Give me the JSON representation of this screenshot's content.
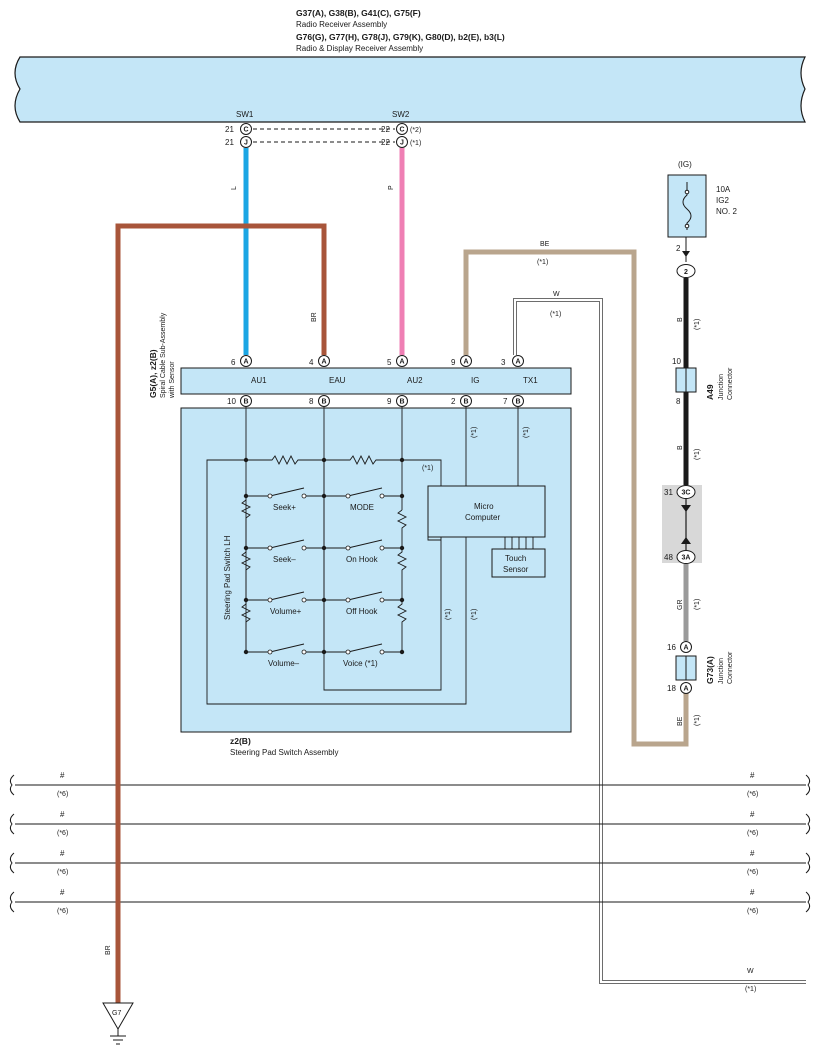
{
  "receiver": {
    "codes_line1": "G37(A), G38(B), G41(C), G75(F)",
    "name_line1": "Radio Receiver Assembly",
    "codes_line2": "G76(G), G77(H), G78(J), G79(K), G80(D), b2(E), b3(L)",
    "name_line2": "Radio & Display Receiver Assembly",
    "sw1": "SW1",
    "sw2": "SW2",
    "pins": [
      {
        "num": "21",
        "conn": "C",
        "num2": "22",
        "conn2": "C",
        "note": "(*2)"
      },
      {
        "num": "21",
        "conn": "J",
        "num2": "22",
        "conn2": "J",
        "note": "(*1)"
      }
    ]
  },
  "wires": {
    "blue": "L",
    "pink": "P",
    "br": "BR",
    "be_top": "BE",
    "be_note": "(*1)",
    "w_top": "W",
    "w_note": "(*1)",
    "b_upper": "B",
    "b_upper_note": "(*1)",
    "b_lower": "B",
    "b_lower_note": "(*1)",
    "gr": "GR",
    "gr_note": "(*1)",
    "be_bottom": "BE",
    "be_bottom_note": "(*1)",
    "br_ground": "BR",
    "w_bottom": "W",
    "w_bottom_note": "(*1)"
  },
  "spiral": {
    "codes": "G5(A), z2(B)",
    "name_line1": "Spiral Cable Sub-Assembly",
    "name_line2": "with Sensor",
    "top_pins": [
      {
        "num": "6",
        "conn": "A",
        "label": "AU1"
      },
      {
        "num": "4",
        "conn": "A",
        "label": "EAU"
      },
      {
        "num": "5",
        "conn": "A",
        "label": "AU2"
      },
      {
        "num": "9",
        "conn": "A",
        "label": "IG"
      },
      {
        "num": "3",
        "conn": "A",
        "label": "TX1"
      }
    ],
    "bottom_pins": [
      {
        "num": "10",
        "conn": "B"
      },
      {
        "num": "8",
        "conn": "B"
      },
      {
        "num": "9",
        "conn": "B"
      },
      {
        "num": "2",
        "conn": "B"
      },
      {
        "num": "7",
        "conn": "B"
      }
    ],
    "ig_note": "(*1)",
    "tx1_note": "(*1)"
  },
  "switch_assy": {
    "code": "z2(B)",
    "name": "Steering Pad Switch Assembly",
    "lh_label": "Steering Pad Switch LH",
    "switches": [
      "Seek+",
      "MODE",
      "Seek–",
      "On Hook",
      "Volume+",
      "Off Hook",
      "Volume–",
      "Voice (*1)"
    ],
    "micro_line1": "Micro",
    "micro_line2": "Computer",
    "touch_line1": "Touch",
    "touch_line2": "Sensor",
    "inner_note1": "(*1)",
    "inner_note2": "(*1)",
    "inner_note3": "(*1)"
  },
  "fuse": {
    "circuit": "(IG)",
    "amp": "10A",
    "name": "IG2",
    "num": "NO. 2",
    "pin": "2"
  },
  "connectors": {
    "top_pin": "2",
    "a49_top": "10",
    "a49_bottom": "8",
    "a49_code": "A49",
    "a49_line1": "Junction",
    "a49_line2": "Connector",
    "c3c_num": "31",
    "c3c_label": "3C",
    "c3a_num": "48",
    "c3a_label": "3A",
    "g73_top_num": "16",
    "g73_top_conn": "A",
    "g73_bottom_num": "18",
    "g73_bottom_conn": "A",
    "g73_code": "G73(A)",
    "g73_line1": "Junction",
    "g73_line2": "Connector"
  },
  "buses": [
    {
      "label": "#",
      "note": "(*6)"
    },
    {
      "label": "#",
      "note": "(*6)"
    },
    {
      "label": "#",
      "note": "(*6)"
    },
    {
      "label": "#",
      "note": "(*6)"
    }
  ],
  "ground": "G7",
  "colors": {
    "panel": "#c4e6f7",
    "blue_wire": "#1ba6e4",
    "pink_wire": "#ef7fb4",
    "brown_wire": "#a8553a",
    "beige_wire": "#b9a58d",
    "black_wire": "#1a1a1a",
    "gray_wire": "#9a9a9a"
  }
}
